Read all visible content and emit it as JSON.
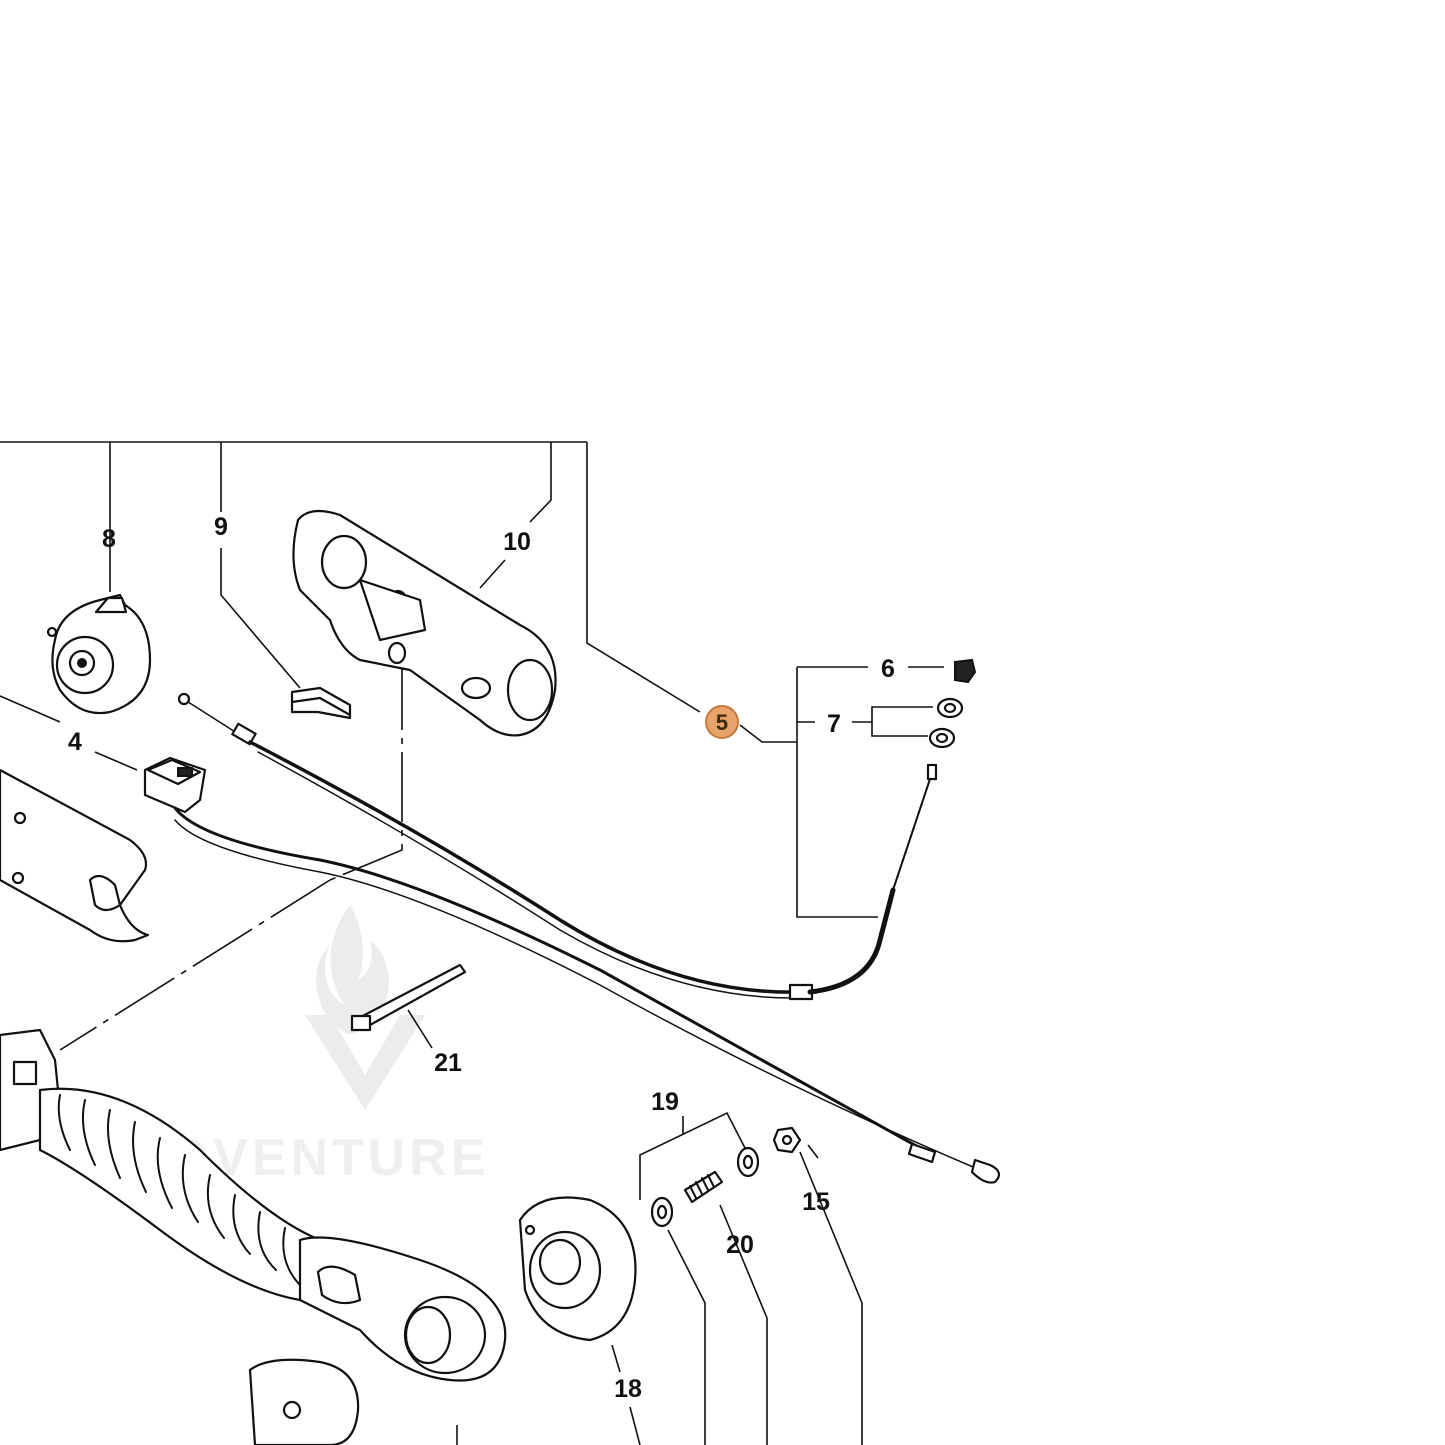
{
  "diagram": {
    "watermark": {
      "text": "ADVENTURE"
    },
    "highlight_color": "#e8a36a",
    "callouts": [
      {
        "id": "4",
        "label": "4"
      },
      {
        "id": "5",
        "label": "5",
        "highlighted": true
      },
      {
        "id": "6",
        "label": "6"
      },
      {
        "id": "7",
        "label": "7"
      },
      {
        "id": "8",
        "label": "8"
      },
      {
        "id": "9",
        "label": "9"
      },
      {
        "id": "10",
        "label": "10"
      },
      {
        "id": "15",
        "label": "15"
      },
      {
        "id": "18",
        "label": "18"
      },
      {
        "id": "19",
        "label": "19"
      },
      {
        "id": "20",
        "label": "20"
      },
      {
        "id": "21",
        "label": "21"
      }
    ]
  }
}
